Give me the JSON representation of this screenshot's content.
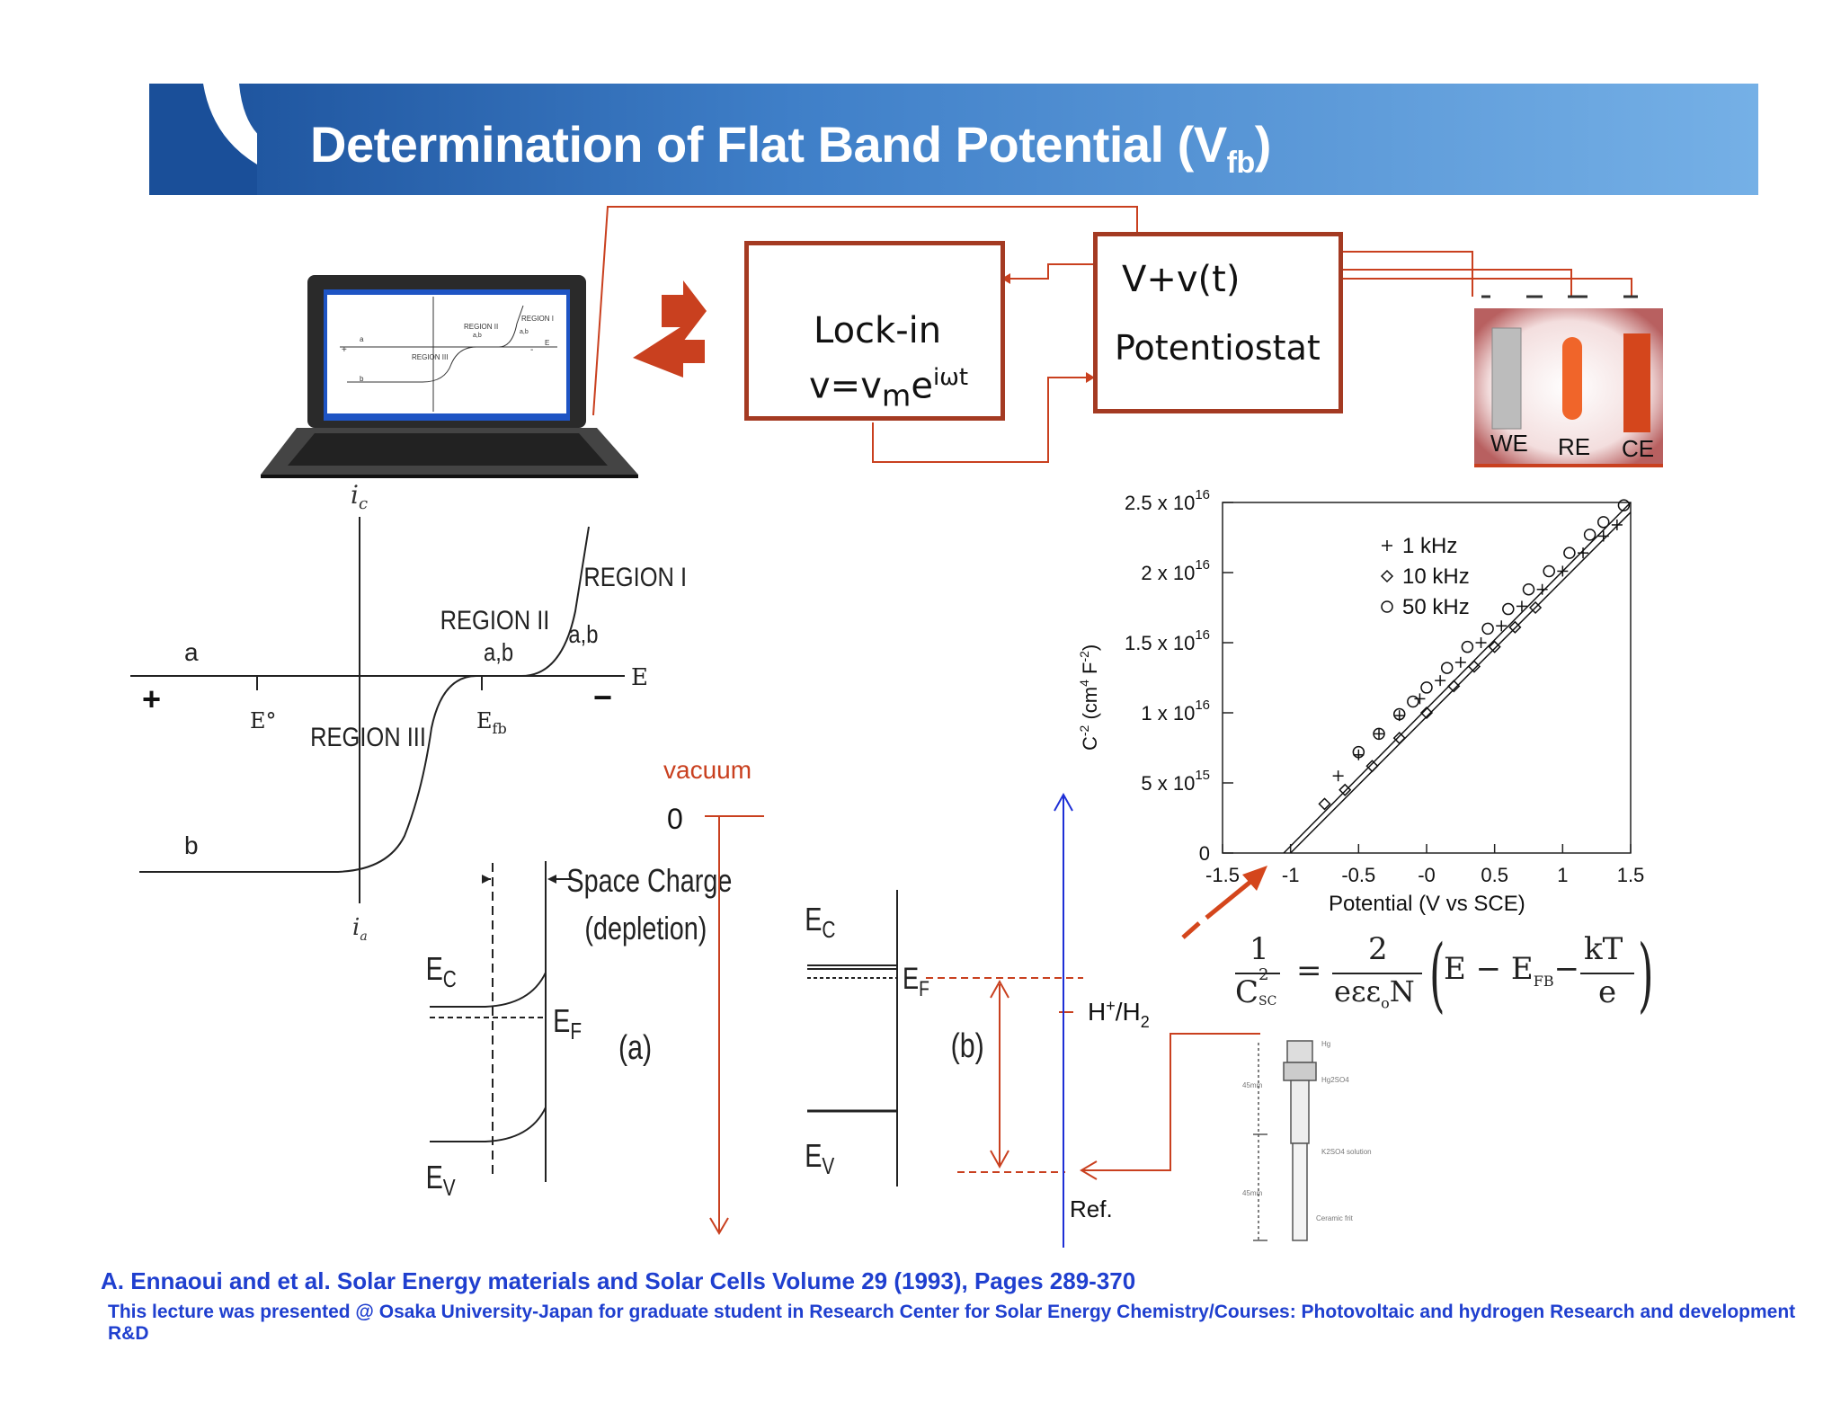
{
  "header": {
    "title": "Determination of Flat Band Potential (V",
    "title_sub": "fb",
    "title_end": ")",
    "colors": {
      "dark": "#1a4f99",
      "light": "#75b0e6"
    }
  },
  "setup": {
    "lockin_label": "Lock-in",
    "lockin_formula_base": "v=v",
    "lockin_formula_sub": "m",
    "lockin_formula_e": "e",
    "lockin_formula_sup": "iωt",
    "potentiostat_signal": "V+v(t)",
    "potentiostat_label": "Potentiostat",
    "electrodes": [
      "WE",
      "RE",
      "CE"
    ],
    "laptop_screen": {
      "region_i": "REGION I",
      "region_ii": "REGION II",
      "region_iii": "REGION III",
      "ab": "a,b",
      "a": "a",
      "b": "b",
      "e": "E",
      "plus": "+",
      "minus": "-"
    }
  },
  "polarization": {
    "ic": "i",
    "ic_sub": "c",
    "ia": "i",
    "ia_sub": "a",
    "region_i": "REGION I",
    "region_ii": "REGION II",
    "region_iii": "REGION III",
    "ab_1": "a,b",
    "ab_2": "a,b",
    "a": "a",
    "b": "b",
    "e": "E",
    "e0": "E°",
    "efb": "E",
    "efb_sub": "fb",
    "plus": "+",
    "minus": "−"
  },
  "band_diagram": {
    "space_charge": "Space Charge",
    "depletion": "(depletion)",
    "ec": "E",
    "ec_sub": "C",
    "ef": "E",
    "ef_sub": "F",
    "ev": "E",
    "ev_sub": "V",
    "label_a": "(a)",
    "label_b": "(b)",
    "vacuum": "vacuum",
    "zero": "0",
    "h_couple": "H",
    "h_sup": "+",
    "h_mid": "/H",
    "h_sub": "2",
    "ref": "Ref.",
    "electrode_labels": [
      "Hg",
      "Hg2SO4",
      "K2SO4 solution",
      "Ceramic frit",
      "45mm",
      "45mm"
    ]
  },
  "equation": {
    "lhs_num": "1",
    "lhs_den": "C",
    "lhs_den_sup": "2",
    "lhs_den_sub": "SC",
    "eq": "=",
    "rhs_num": "2",
    "rhs_den": "εε",
    "rhs_den_sub": "o",
    "rhs_den_end": "N",
    "paren_e": "E − E",
    "paren_sub": "FB",
    "paren_minus": "−",
    "kt_num": "kT",
    "kt_den": "e"
  },
  "chart_data": {
    "type": "scatter",
    "xlabel": "Potential  (V vs SCE)",
    "ylabel": "C",
    "ylabel_sup1": "-2",
    "ylabel_mid": " (cm",
    "ylabel_sup2": "4",
    "ylabel_end": " F",
    "ylabel_sup3": "-2",
    "ylabel_close": ")",
    "xlim": [
      -1.5,
      1.5
    ],
    "ylim": [
      0,
      2.5e+16
    ],
    "x_ticks": [
      "-1.5",
      "-1",
      "-0.5",
      "-0",
      "0.5",
      "1",
      "1.5"
    ],
    "y_ticks": [
      {
        "mant": "0",
        "exp": ""
      },
      {
        "mant": "5 x 10",
        "exp": "15"
      },
      {
        "mant": "1 x 10",
        "exp": "16"
      },
      {
        "mant": "1.5 x 10",
        "exp": "16"
      },
      {
        "mant": "2 x 10",
        "exp": "16"
      },
      {
        "mant": "2.5 x 10",
        "exp": "16"
      }
    ],
    "legend_position": "top-left",
    "series": [
      {
        "name": "1 kHz",
        "marker": "plus",
        "x": [
          -0.65,
          -0.5,
          -0.35,
          -0.2,
          -0.05,
          0.1,
          0.25,
          0.4,
          0.55,
          0.7,
          0.85,
          1.0,
          1.15,
          1.3,
          1.4
        ],
        "y": [
          5500000000000000.0,
          7000000000000000.0,
          8500000000000000.0,
          9800000000000000.0,
          1.1e+16,
          1.23e+16,
          1.36e+16,
          1.5e+16,
          1.62e+16,
          1.76e+16,
          1.88e+16,
          2.01e+16,
          2.14e+16,
          2.26e+16,
          2.34e+16
        ]
      },
      {
        "name": "10 kHz",
        "marker": "diamond",
        "x": [
          -0.75,
          -0.6,
          -0.4,
          -0.2,
          0.0,
          0.2,
          0.35,
          0.5,
          0.65,
          0.8
        ],
        "y": [
          3500000000000000.0,
          4500000000000000.0,
          6200000000000000.0,
          8200000000000000.0,
          1e+16,
          1.19e+16,
          1.33e+16,
          1.47e+16,
          1.61e+16,
          1.75e+16
        ]
      },
      {
        "name": "50 kHz",
        "marker": "circle",
        "x": [
          -0.5,
          -0.35,
          -0.2,
          -0.1,
          0.0,
          0.15,
          0.3,
          0.45,
          0.6,
          0.75,
          0.9,
          1.05,
          1.2,
          1.3,
          1.45
        ],
        "y": [
          7200000000000000.0,
          8500000000000000.0,
          9900000000000000.0,
          1.08e+16,
          1.18e+16,
          1.32e+16,
          1.47e+16,
          1.6e+16,
          1.74e+16,
          1.88e+16,
          2.01e+16,
          2.14e+16,
          2.27e+16,
          2.36e+16,
          2.48e+16
        ]
      }
    ],
    "fit_lines": [
      {
        "x": [
          -1.0,
          1.5
        ],
        "y": [
          0.0,
          2.43e+16
        ]
      },
      {
        "x": [
          -1.05,
          1.5
        ],
        "y": [
          0.0,
          2.5e+16
        ]
      }
    ]
  },
  "footer": {
    "citation": "A. Ennaoui  and et al. Solar Energy materials and Solar Cells Volume 29 (1993), Pages 289-370",
    "lecture": "This lecture was presented @ Osaka University-Japan for graduate student in Research Center for Solar Energy Chemistry/Courses: Photovoltaic and hydrogen Research and development R&D"
  }
}
